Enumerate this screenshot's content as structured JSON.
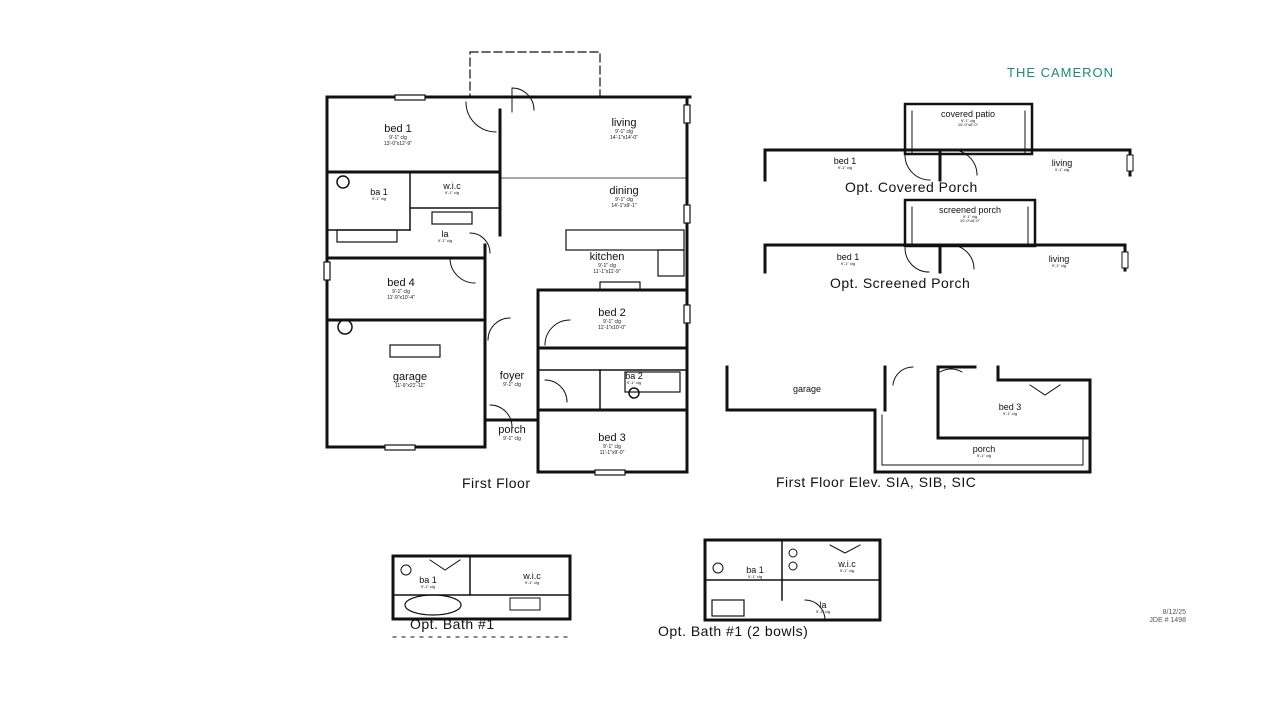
{
  "title": "THE CAMERON",
  "captions": {
    "first_floor": "First Floor",
    "covered_porch": "Opt. Covered Porch",
    "screened_porch": "Opt. Screened Porch",
    "elevation": "First Floor Elev. SIA, SIB, SIC",
    "opt_bath": "Opt. Bath #1",
    "opt_bath_2bowls": "Opt. Bath #1 (2 bowls)"
  },
  "rooms": {
    "bed1": {
      "name": "bed 1",
      "clg": "9'-1\" clg",
      "size": "13'-0\"x12'-9\""
    },
    "living": {
      "name": "living",
      "clg": "9'-1\" clg",
      "size": "14'-1\"x14'-0\""
    },
    "dining": {
      "name": "dining",
      "clg": "9'-1\" clg",
      "size": "14'-1\"x9'-1\""
    },
    "ba1": {
      "name": "ba 1",
      "clg": "9'-1\" clg"
    },
    "wic": {
      "name": "w.i.c",
      "clg": "9'-1\" clg"
    },
    "la": {
      "name": "la",
      "clg": "9'-1\" clg"
    },
    "kitchen": {
      "name": "kitchen",
      "clg": "9'-1\" clg",
      "size": "11'-1\"x11'-9\""
    },
    "bed4": {
      "name": "bed 4",
      "clg": "9'-1\" clg",
      "size": "11'-9\"x10'-4\""
    },
    "bed2": {
      "name": "bed 2",
      "clg": "9'-1\" clg",
      "size": "11'-1\"x10'-0\""
    },
    "garage": {
      "name": "garage",
      "size": "11'-9\"x21'-11\""
    },
    "foyer": {
      "name": "foyer",
      "clg": "9'-1\" clg"
    },
    "ba2": {
      "name": "ba 2",
      "clg": "9'-1\" clg"
    },
    "porch": {
      "name": "porch",
      "clg": "9'-1\" clg"
    },
    "bed3": {
      "name": "bed 3",
      "clg": "9'-1\" clg",
      "size": "11'-1\"x9'-0\""
    }
  },
  "covered": {
    "patio": {
      "name": "covered patio",
      "clg": "9'-1\" clg",
      "size": "10'-0\"x8'-0\""
    },
    "bed1": {
      "name": "bed 1",
      "clg": "9'-1\" clg"
    },
    "living": {
      "name": "living",
      "clg": "9'-1\" clg"
    }
  },
  "screened": {
    "porch": {
      "name": "screened porch",
      "clg": "9'-1\" clg",
      "size": "10'-0\"x8'-0\""
    },
    "bed1": {
      "name": "bed 1",
      "clg": "9'-1\" clg"
    },
    "living": {
      "name": "living",
      "clg": "9'-1\" clg"
    }
  },
  "elevation": {
    "garage": {
      "name": "garage"
    },
    "bed3": {
      "name": "bed 3",
      "clg": "9'-1\" clg"
    },
    "porch": {
      "name": "porch",
      "clg": "9'-1\" clg"
    }
  },
  "opt_bath": {
    "ba1": {
      "name": "ba 1",
      "clg": "9'-1\" clg"
    },
    "wic": {
      "name": "w.i.c",
      "clg": "9'-1\" clg"
    }
  },
  "opt_bath_2bowls": {
    "ba1": {
      "name": "ba 1",
      "clg": "9'-1\" clg"
    },
    "wic": {
      "name": "w.i.c",
      "clg": "9'-1\" clg"
    },
    "la": {
      "name": "la",
      "clg": "9'-1\" clg"
    }
  },
  "footer": {
    "date": "8/12/25",
    "job": "JDE # 1498"
  }
}
